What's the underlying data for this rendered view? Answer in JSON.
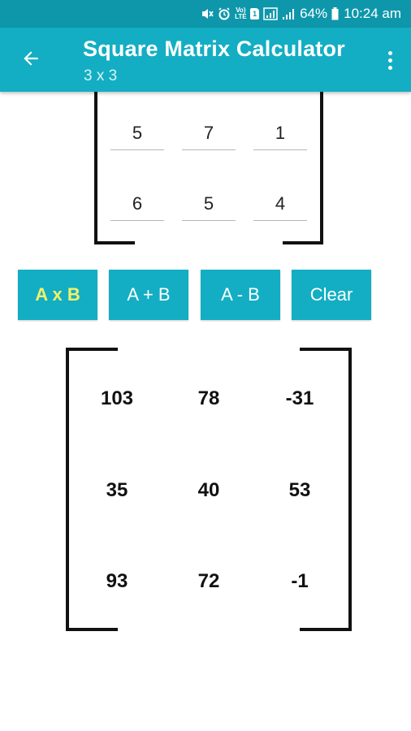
{
  "status_bar": {
    "battery_pct": "64%",
    "time": "10:24 am",
    "lte_label": "Vo) LTE",
    "sim_label": "1"
  },
  "app_bar": {
    "title": "Square Matrix Calculator",
    "subtitle": "3 x 3"
  },
  "input_matrix": {
    "rows": [
      [
        "5",
        "7",
        "1"
      ],
      [
        "6",
        "5",
        "4"
      ]
    ]
  },
  "buttons": {
    "multiply": "A x B",
    "add": "A + B",
    "subtract": "A - B",
    "clear": "Clear",
    "active": "multiply"
  },
  "result_matrix": {
    "rows": [
      [
        "103",
        "78",
        "-31"
      ],
      [
        "35",
        "40",
        "53"
      ],
      [
        "93",
        "72",
        "-1"
      ]
    ]
  },
  "colors": {
    "status_bar": "#0e97ab",
    "app_bar": "#13aec3",
    "active_button_text": "#f4f16a",
    "button_text": "#ffffff"
  },
  "icons": {
    "back": "arrow-left-icon",
    "menu": "more-vert-icon"
  }
}
